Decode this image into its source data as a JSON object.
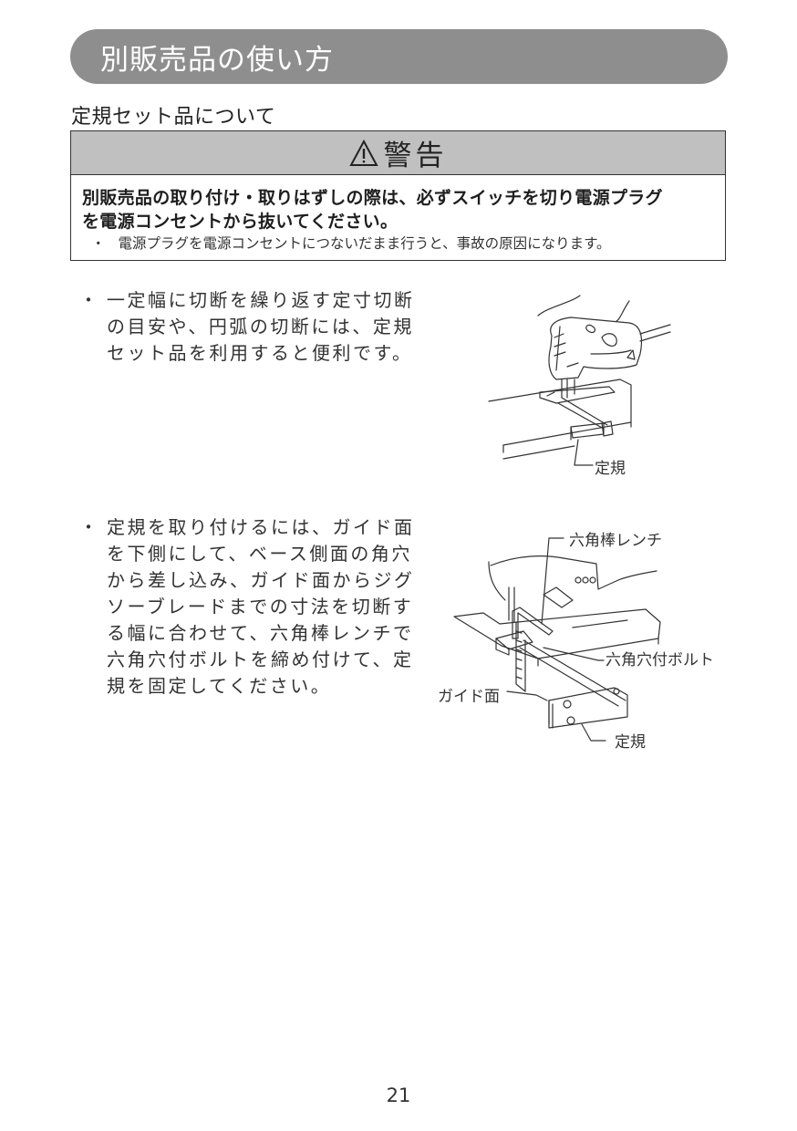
{
  "chapter": {
    "title": "別販売品の使い方",
    "banner_color": "#8f8e8e"
  },
  "section": {
    "heading": "定規セット品について"
  },
  "warning": {
    "icon": "warning-triangle-icon",
    "title": "警告",
    "header_color": "#c0c0c0",
    "main_line_1": "別販売品の取り付け・取りはずしの際は、必ずスイッチを切り電源プラグ",
    "main_line_2": "を電源コンセントから抜いてください。",
    "note_bullet": "・",
    "note": "電源プラグを電源コンセントにつないだまま行うと、事故の原因になります。"
  },
  "bullets": [
    {
      "marker": "・",
      "text": "一定幅に切断を繰り返す定寸切断の目安や、円弧の切断には、定規セット品を利用すると便利です。"
    },
    {
      "marker": "・",
      "text": "定規を取り付けるには、ガイド面を下側にして、ベース側面の角穴から差し込み、ガイド面からジグソーブレードまでの寸法を切断する幅に合わせて、六角棒レンチで六角穴付ボルトを締め付けて、定規を固定してください。"
    }
  ],
  "figures": [
    {
      "description": "jigsaw-cutting-with-guide-rule",
      "labels": {
        "rule": "定規"
      }
    },
    {
      "description": "guide-rule-attachment-detail",
      "labels": {
        "hex_wrench": "六角棒レンチ",
        "hex_bolt": "六角穴付ボルト",
        "guide_face": "ガイド面",
        "rule": "定規"
      }
    }
  ],
  "page": {
    "number": "21"
  }
}
